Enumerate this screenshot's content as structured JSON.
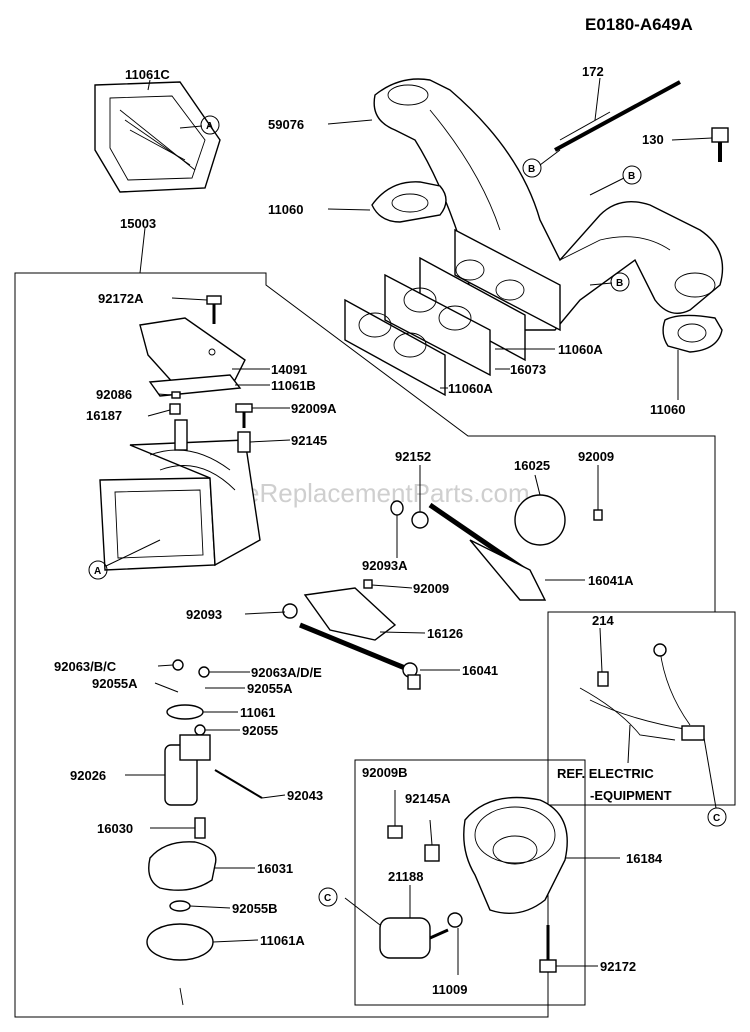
{
  "diagram": {
    "code": "E0180-A649A",
    "watermark": "eReplacementParts.com",
    "labels": {
      "l11061c": "11061C",
      "l172": "172",
      "l59076": "59076",
      "l130": "130",
      "l11060_top": "11060",
      "l15003": "15003",
      "l92172a": "92172A",
      "l11060a_1": "11060A",
      "l16073": "16073",
      "l11060a_2": "11060A",
      "l14091": "14091",
      "l11061b": "11061B",
      "l92086": "92086",
      "l16187": "16187",
      "l92009a": "92009A",
      "l11060_right": "11060",
      "l92145": "92145",
      "l92152": "92152",
      "l16025": "16025",
      "l92009_a": "92009",
      "l92093a": "92093A",
      "l16041a": "16041A",
      "l92009_b": "92009",
      "l92093": "92093",
      "l16126": "16126",
      "l214": "214",
      "l92063bc": "92063/B/C",
      "l92063ade": "92063A/D/E",
      "l16041": "16041",
      "l92055a_1": "92055A",
      "l92055a_2": "92055A",
      "l11061": "11061",
      "l92055": "92055",
      "l92026": "92026",
      "l92043": "92043",
      "l16030": "16030",
      "l16031": "16031",
      "l92055b": "92055B",
      "l11061a": "11061A",
      "l92009b": "92009B",
      "l92145a": "92145A",
      "l16184": "16184",
      "l21188": "21188",
      "l11009": "11009",
      "l92172": "92172",
      "ref1": "REF. ELECTRIC",
      "ref2": "-EQUIPMENT"
    },
    "callouts": {
      "a1": "A",
      "a2": "A",
      "b1": "B",
      "b2": "B",
      "b3": "B",
      "c1": "C",
      "c2": "C"
    }
  }
}
